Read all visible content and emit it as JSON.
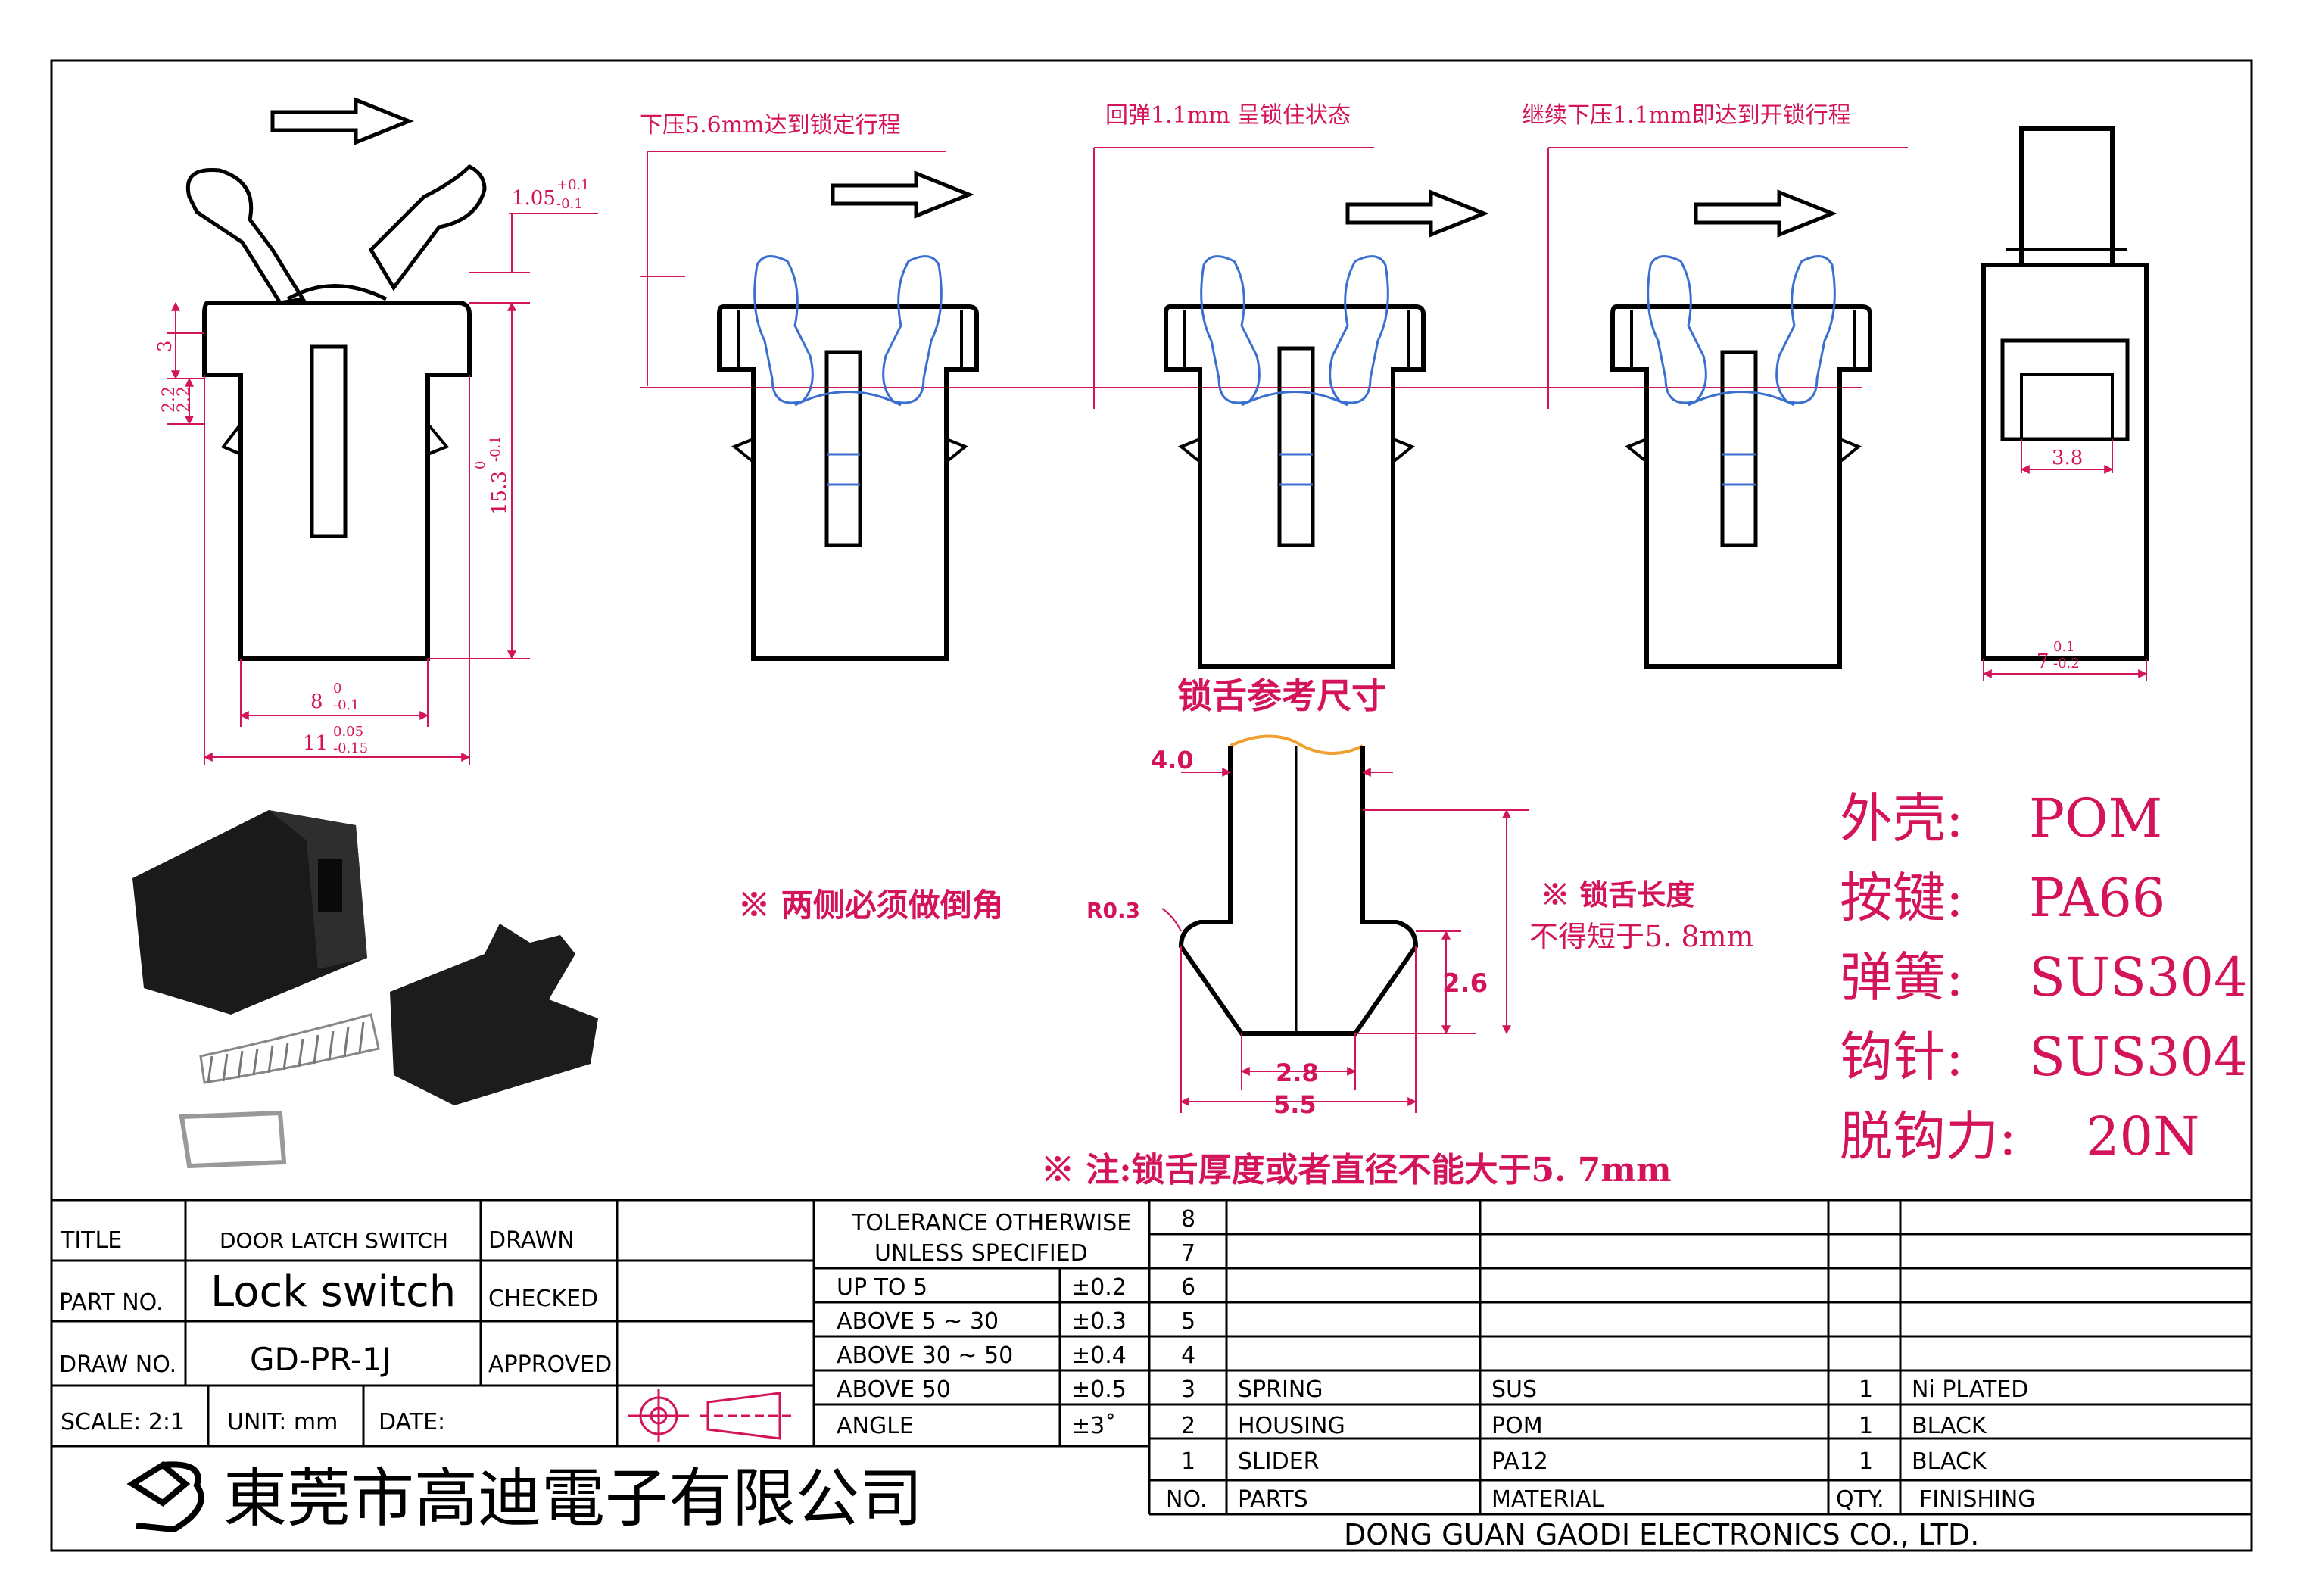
{
  "annotations": {
    "step1": "下压5.6mm达到锁定行程",
    "step2": "回弹1.1mm 呈锁住状态",
    "step3": "继续下压1.1mm即达到开锁行程"
  },
  "dims": {
    "top_offset": "1.05",
    "top_offset_tol_up": "+0.1",
    "top_offset_tol_dn": "-0.1",
    "height": "15.3",
    "height_tol_up": "0",
    "height_tol_dn": "-0.1",
    "left_3": "3",
    "left_22": "2.2",
    "width_inner": "8",
    "width_inner_tol_up": "0",
    "width_inner_tol_dn": "-0.1",
    "width_outer": "11",
    "width_outer_tol_up": "0.05",
    "width_outer_tol_dn": "-0.15",
    "side_slot": "3.8",
    "side_width": "7",
    "side_width_tol_up": "0.1",
    "side_width_tol_dn": "-0.2"
  },
  "tongue": {
    "title": "锁舌参考尺寸",
    "dim_top": "4.0",
    "dim_height": "2.6",
    "dim_inner": "2.8",
    "dim_outer": "5.5",
    "chamfer_note": "※ 两侧必须做倒角",
    "chamfer_value": "R0.3",
    "length_note_1": "※ 锁舌长度",
    "length_note_2": "不得短于5. 8mm",
    "bottom_note": "※ 注:锁舌厚度或者直径不能大于5. 7mm"
  },
  "materials": [
    {
      "label": "外壳:",
      "value": "POM"
    },
    {
      "label": "按键:",
      "value": "PA66"
    },
    {
      "label": "弹簧:",
      "value": "SUS304"
    },
    {
      "label": "钩针:",
      "value": "SUS304"
    },
    {
      "label": "脱钩力:",
      "value": "20N"
    }
  ],
  "title_block": {
    "title_label": "TITLE",
    "title_value": "DOOR LATCH SWITCH",
    "drawn_label": "DRAWN",
    "part_label": "PART NO.",
    "part_value": "Lock switch",
    "checked_label": "CHECKED",
    "draw_label": "DRAW NO.",
    "draw_value": "GD-PR-1J",
    "approved_label": "APPROVED",
    "scale": "SCALE: 2:1",
    "unit": "UNIT: mm",
    "date": "DATE:",
    "company_cn": "東莞市高迪電子有限公司",
    "company_en": "DONG GUAN GAODI ELECTRONICS CO., LTD."
  },
  "tolerance": {
    "header_1": "TOLERANCE OTHERWISE",
    "header_2": "UNLESS SPECIFIED",
    "rows": [
      {
        "range": "UP TO 5",
        "value": "±0.2"
      },
      {
        "range": "ABOVE 5 ~ 30",
        "value": "±0.3"
      },
      {
        "range": "ABOVE 30 ~ 50",
        "value": "±0.4"
      },
      {
        "range": "ABOVE 50",
        "value": "±0.5"
      },
      {
        "range": "ANGLE",
        "value": "±3˚"
      }
    ]
  },
  "bom": {
    "header": {
      "no": "NO.",
      "parts": "PARTS",
      "material": "MATERIAL",
      "qty": "QTY.",
      "finishing": "FINISHING"
    },
    "row_numbers": [
      "8",
      "7",
      "6",
      "5",
      "4",
      "3",
      "2",
      "1"
    ],
    "rows": [
      {
        "no": "3",
        "parts": "SPRING",
        "material": "SUS",
        "qty": "1",
        "finishing": "Ni PLATED"
      },
      {
        "no": "2",
        "parts": "HOUSING",
        "material": "POM",
        "qty": "1",
        "finishing": "BLACK"
      },
      {
        "no": "1",
        "parts": "SLIDER",
        "material": "PA12",
        "qty": "1",
        "finishing": "BLACK"
      }
    ]
  },
  "colors": {
    "dimension": "#d4145a",
    "line": "#000000",
    "spring_path": "#3a6fd0",
    "tongue_top": "#f0a030"
  }
}
